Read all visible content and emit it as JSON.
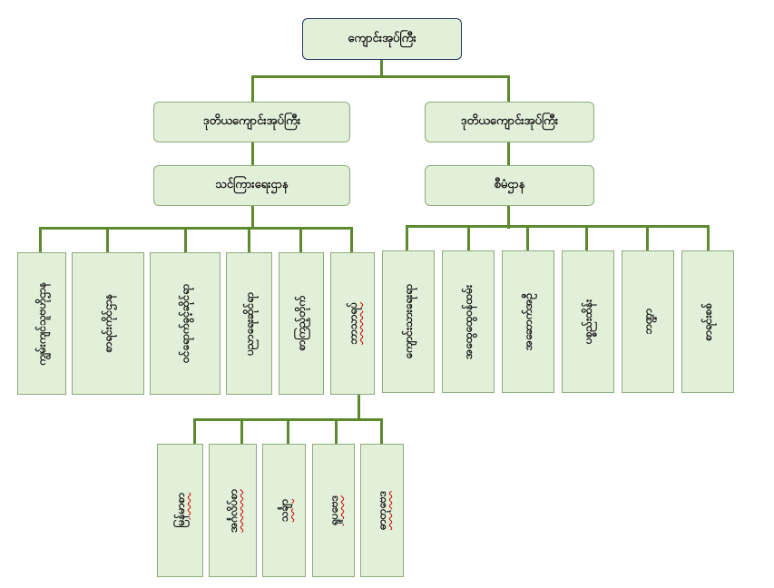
{
  "diagram": {
    "root": "ကျောင်းအုပ်ကြီး",
    "level2": [
      "ဒုတိယကျောင်းအုပ်ကြီး",
      "ဒုတိယကျောင်းအုပ်ကြီး"
    ],
    "level3": [
      "သင်ကြားရေးဌာန",
      "စီမံဌာန"
    ],
    "teaching_children": [
      "ကျွမ်းကျင်သူဗဟိုဌာန",
      "စာရင်းကိုင်ဌာန",
      "ဝင်ရောက်ခွင့်ဆိုင်ရာ",
      "ပညာရေးဆိုင်ရာ",
      "စာကြည့်တိုက်",
      "ဘာသာရပ်"
    ],
    "admin_children": [
      "ကျောင်းသားရေးရာ",
      "အထွေထွေဝန်ထမ်း",
      "အဆောက်အဦ",
      "ပစ္စည်းထိန်း",
      "ဘဏ္ဍာ",
      "စာရင်းစစ်"
    ],
    "subject_children": [
      "မြန်မာစာ",
      "အင်္ဂလိပ်စာ",
      "သင်္ချာ",
      "ရူပဗေဒ",
      "ဓာတုဗေဒ"
    ],
    "line_color": "#5b8a2f",
    "box_fill": "#e2efd9",
    "box_border": "#8dab7a",
    "root_border": "#1f3864",
    "spellcheck_color": "#d00000"
  }
}
